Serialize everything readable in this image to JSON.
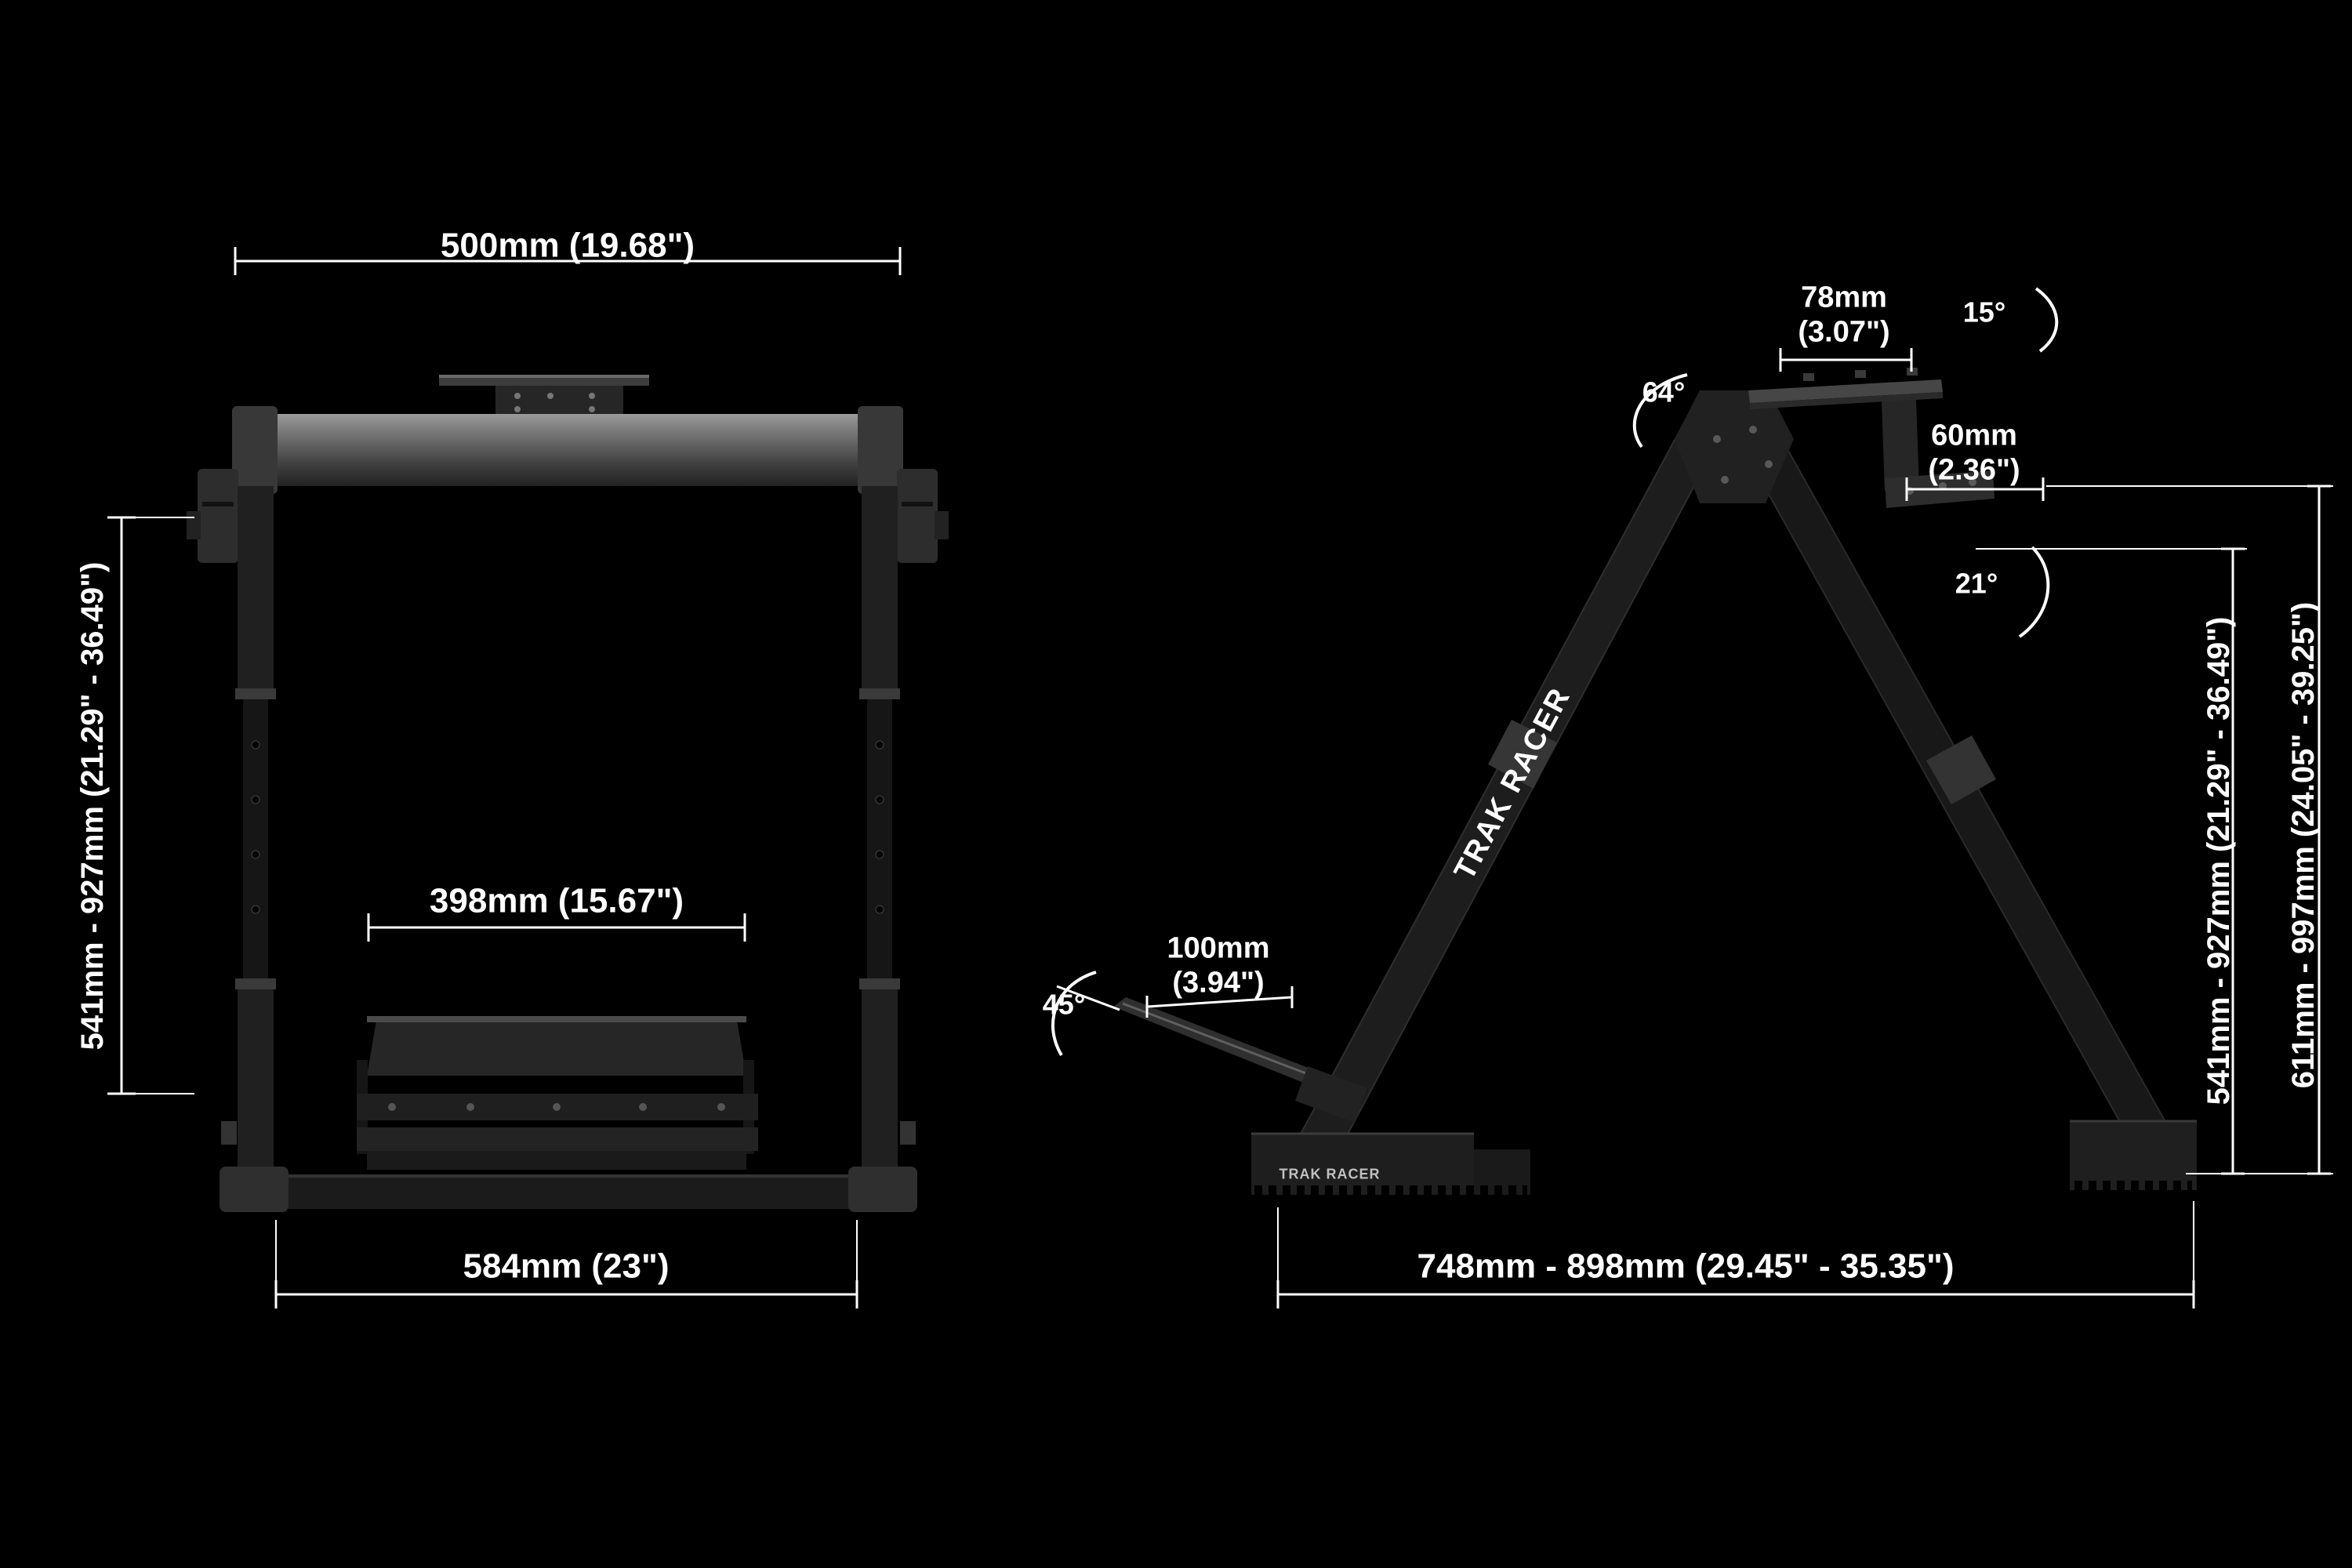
{
  "product": {
    "brand": "TRAK RACER",
    "diagram_type": "wheel-stand dimension drawing, front view and side view"
  },
  "front_view": {
    "top_width": "500mm (19.68\")",
    "height_range": "541mm - 927mm (21.29\" - 36.49\")",
    "pedal_plate_width": "398mm (15.67\")",
    "base_width": "584mm (23\")"
  },
  "side_view": {
    "leg_logo": "TRAK RACER",
    "foot_logo": "TRAK RACER",
    "top_offset_line1": "78mm",
    "top_offset_line2": "(3.07\")",
    "top_angle": "15°",
    "apex_angle": "64°",
    "bracket_offset_line1": "60mm",
    "bracket_offset_line2": "(2.36\")",
    "deck_angle": "21°",
    "pedal_arm_line1": "100mm",
    "pedal_arm_line2": "(3.94\")",
    "pedal_angle": "45°",
    "height_range_inner": "541mm - 927mm (21.29\" - 36.49\")",
    "height_range_outer": "611mm - 997mm (24.05\" - 39.25\")",
    "depth_range": "748mm - 898mm (29.45\" - 35.35\")"
  },
  "colors": {
    "background": "#000000",
    "dimension_lines": "#ffffff",
    "render_dark": "#1d1d1d",
    "render_mid": "#2e2e2e",
    "render_light": "#8a8a8a"
  }
}
